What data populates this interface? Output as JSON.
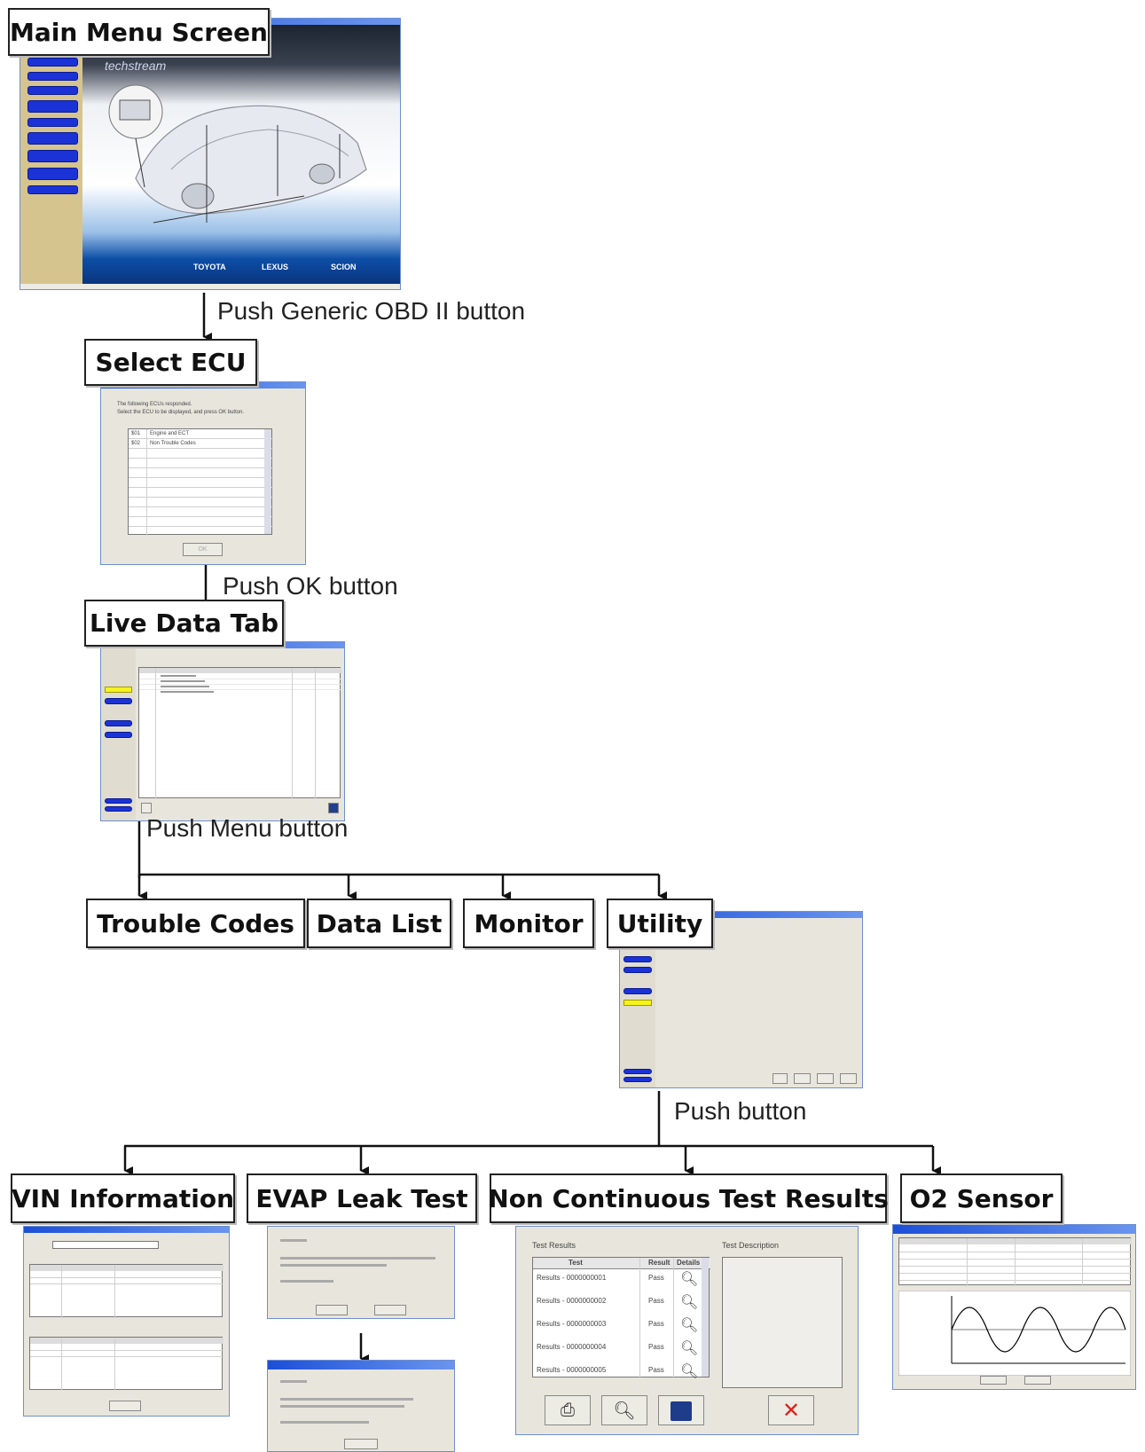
{
  "labels": {
    "main_menu": "Main Menu Screen",
    "select_ecu": "Select ECU",
    "live_data": "Live Data Tab",
    "trouble_codes": "Trouble Codes",
    "data_list": "Data List",
    "monitor": "Monitor",
    "utility": "Utility",
    "vin": "VIN Information",
    "evap": "EVAP Leak Test",
    "noncont": "Non Continuous Test Results",
    "o2": "O2 Sensor"
  },
  "edges": {
    "push_generic": "Push Generic OBD II button",
    "push_ok": "Push OK button",
    "push_menu": "Push Menu button",
    "push_button": "Push button"
  },
  "main_menu_screen": {
    "brand": "techstream",
    "logos": [
      "TOYOTA",
      "LEXUS",
      "SCION"
    ]
  },
  "select_ecu_screen": {
    "instruction_1": "The following ECUs responded.",
    "instruction_2": "Select the ECU to be displayed, and press OK button.",
    "rows": [
      {
        "id": "$01",
        "name": "Engine and ECT"
      },
      {
        "id": "$02",
        "name": "Non Trouble Codes"
      }
    ],
    "ok": "OK"
  },
  "noncont_screen": {
    "heading_results": "Test Results",
    "heading_description": "Test Description",
    "columns": [
      "Test",
      "Result",
      "Details"
    ],
    "rows": [
      {
        "test": "Results - 0000000001",
        "result": "Pass"
      },
      {
        "test": "Results - 0000000002",
        "result": "Pass"
      },
      {
        "test": "Results - 0000000003",
        "result": "Pass"
      },
      {
        "test": "Results - 0000000004",
        "result": "Pass"
      },
      {
        "test": "Results - 0000000005",
        "result": "Pass"
      }
    ]
  },
  "colors": {
    "titlebar": "#1c4fd8",
    "menu_blue": "#1b33d6",
    "menu_yellow": "#f6f41d",
    "panel": "#e8e6dc",
    "close_red": "#e0201c"
  }
}
